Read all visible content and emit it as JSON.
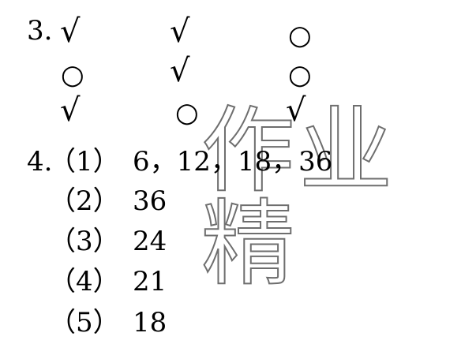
{
  "q3": {
    "number": "3.",
    "rows": [
      [
        "√",
        "√",
        "○"
      ],
      [
        "○",
        "√",
        "○"
      ],
      [
        "√",
        "○",
        "√"
      ]
    ]
  },
  "q4": {
    "number": "4.",
    "parts": [
      {
        "label": "（1）",
        "answer": "6，12，18，36"
      },
      {
        "label": "（2）",
        "answer": "36"
      },
      {
        "label": "（3）",
        "answer": "24"
      },
      {
        "label": "（4）",
        "answer": "21"
      },
      {
        "label": "（5）",
        "answer": "18"
      }
    ]
  },
  "watermark": "作业精"
}
